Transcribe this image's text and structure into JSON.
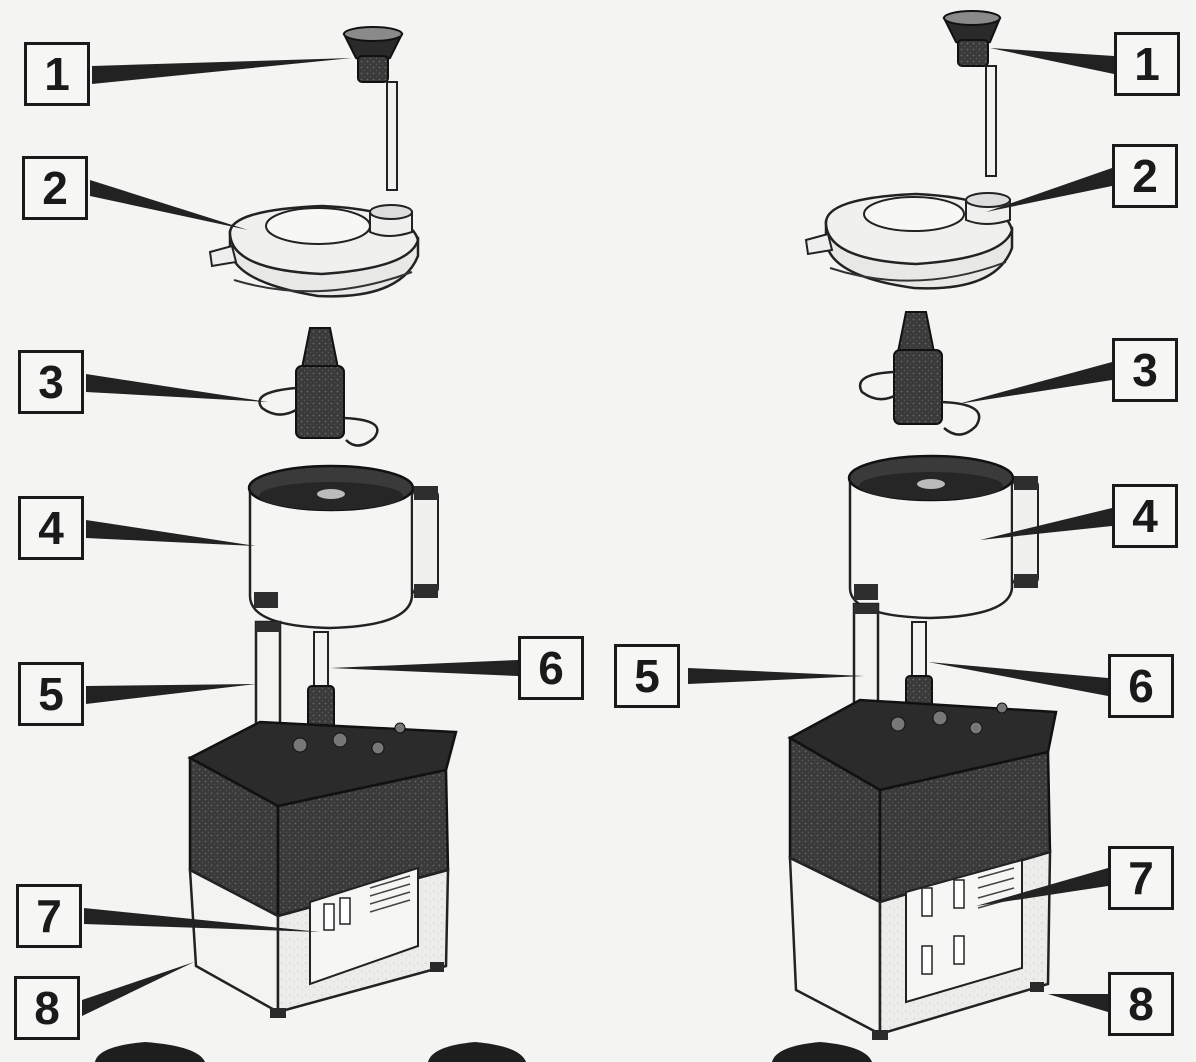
{
  "left_assembly": {
    "callouts": [
      {
        "number": "1"
      },
      {
        "number": "2"
      },
      {
        "number": "3"
      },
      {
        "number": "4"
      },
      {
        "number": "5"
      },
      {
        "number": "6"
      },
      {
        "number": "7"
      },
      {
        "number": "8"
      }
    ]
  },
  "right_assembly": {
    "callouts": [
      {
        "number": "1"
      },
      {
        "number": "2"
      },
      {
        "number": "3"
      },
      {
        "number": "4"
      },
      {
        "number": "5"
      },
      {
        "number": "6"
      },
      {
        "number": "7"
      },
      {
        "number": "8"
      }
    ]
  }
}
